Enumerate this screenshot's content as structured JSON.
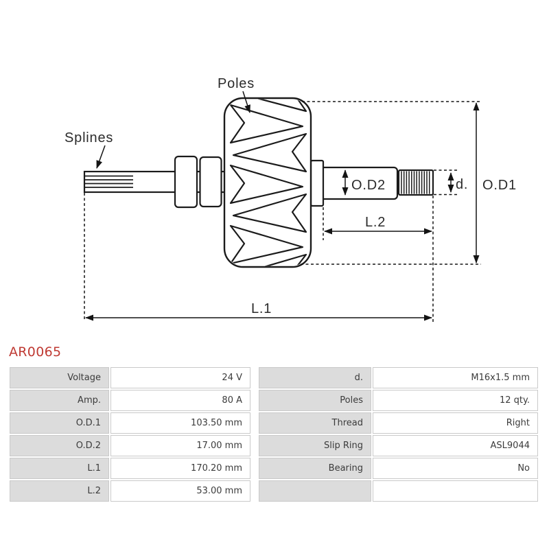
{
  "product_code": "AR0065",
  "accent_color": "#bf3a33",
  "diagram": {
    "labels": {
      "poles": "Poles",
      "splines": "Splines",
      "od2": "O.D2",
      "d": "d.",
      "od1": "O.D1",
      "l2": "L.2",
      "l1": "L.1"
    }
  },
  "spec_table": {
    "left_rows": [
      {
        "label": "Voltage",
        "value": "24 V"
      },
      {
        "label": "Amp.",
        "value": "80 A"
      },
      {
        "label": "O.D.1",
        "value": "103.50 mm"
      },
      {
        "label": "O.D.2",
        "value": "17.00 mm"
      },
      {
        "label": "L.1",
        "value": "170.20 mm"
      },
      {
        "label": "L.2",
        "value": "53.00 mm"
      }
    ],
    "right_rows": [
      {
        "label": "d.",
        "value": "M16x1.5 mm"
      },
      {
        "label": "Poles",
        "value": "12 qty."
      },
      {
        "label": "Thread",
        "value": "Right"
      },
      {
        "label": "Slip Ring",
        "value": "ASL9044"
      },
      {
        "label": "Bearing",
        "value": "No"
      },
      {
        "label": "",
        "value": ""
      }
    ]
  }
}
